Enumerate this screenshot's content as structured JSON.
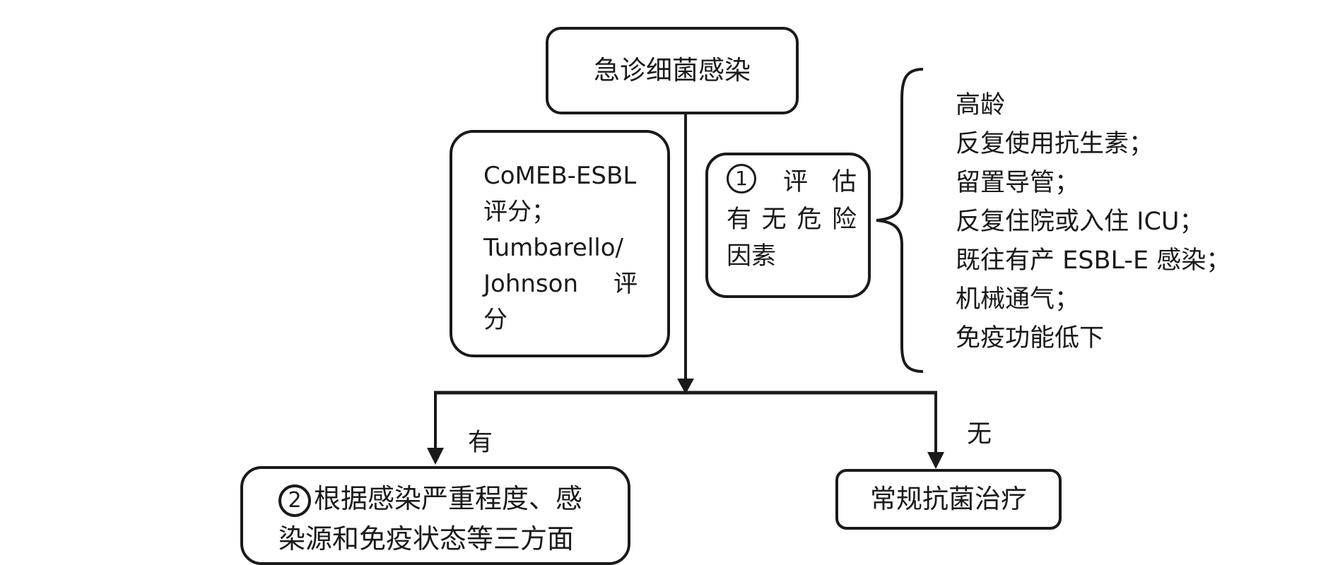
{
  "flowchart": {
    "start": {
      "label": "急诊细菌感染"
    },
    "scoring_tools": {
      "lines": [
        "CoMEB-ESBL",
        "评分；",
        "Tumbarello/"
      ],
      "johnson_word": "Johnson",
      "johnson_tail": "评",
      "last_line": "分"
    },
    "assess_risk": {
      "step_marker": "1",
      "line1_word1": "评",
      "line1_word2": "估",
      "line2": [
        "有",
        "无",
        "危",
        "险"
      ],
      "line3": "因素"
    },
    "risk_factors": [
      "高龄",
      "反复使用抗生素；",
      "留置导管；",
      "反复住院或入住 ICU；",
      "既往有产 ESBL-E 感染；",
      "机械通气；",
      "免疫功能低下"
    ],
    "branches": {
      "yes_label": "有",
      "no_label": "无"
    },
    "stratify": {
      "step_marker": "2",
      "line1": "根据感染严重程度、感",
      "line2": "染源和免疫状态等三方面"
    },
    "routine_treatment": {
      "label": "常规抗菌治疗"
    }
  }
}
